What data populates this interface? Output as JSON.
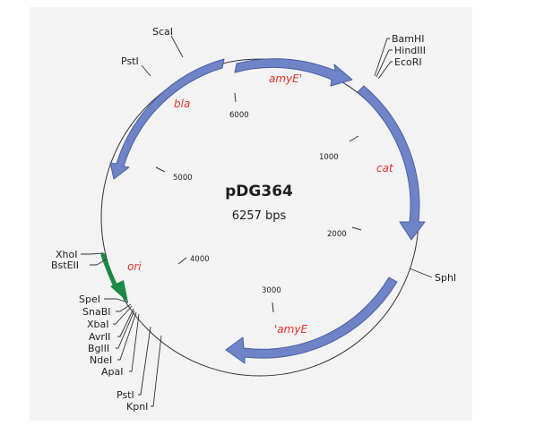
{
  "plasmid": {
    "name": "pDG364",
    "size_label": "6257 bps"
  },
  "colors": {
    "backbone": "#333333",
    "gene_arrow": "#6f84c6",
    "gene_arrow_edge": "#4a5ea6",
    "ori_arrow": "#1a8a45",
    "gene_label": "#e8322e",
    "panel_bg": "#f3f3f3"
  },
  "coordinates": [
    "1000",
    "2000",
    "3000",
    "4000",
    "5000",
    "6000"
  ],
  "features": {
    "amyE_front": "amyE'",
    "cat": "cat",
    "amyE_back": "'amyE",
    "ori": "ori",
    "bla": "bla"
  },
  "restriction_sites": {
    "scal": "ScaI",
    "pstl_top": "PstI",
    "bamhi": "BamHI",
    "hindiii": "HindIII",
    "ecori": "EcoRI",
    "sphi": "SphI",
    "xhoi": "XhoI",
    "bsteii": "BstEII",
    "spei": "SpeI",
    "snabi": "SnaBI",
    "xbai": "XbaI",
    "avrii": "AvrII",
    "bglii": "BglII",
    "ndei": "NdeI",
    "apai": "ApaI",
    "pstl_bottom": "PstI",
    "kpni": "KpnI"
  }
}
